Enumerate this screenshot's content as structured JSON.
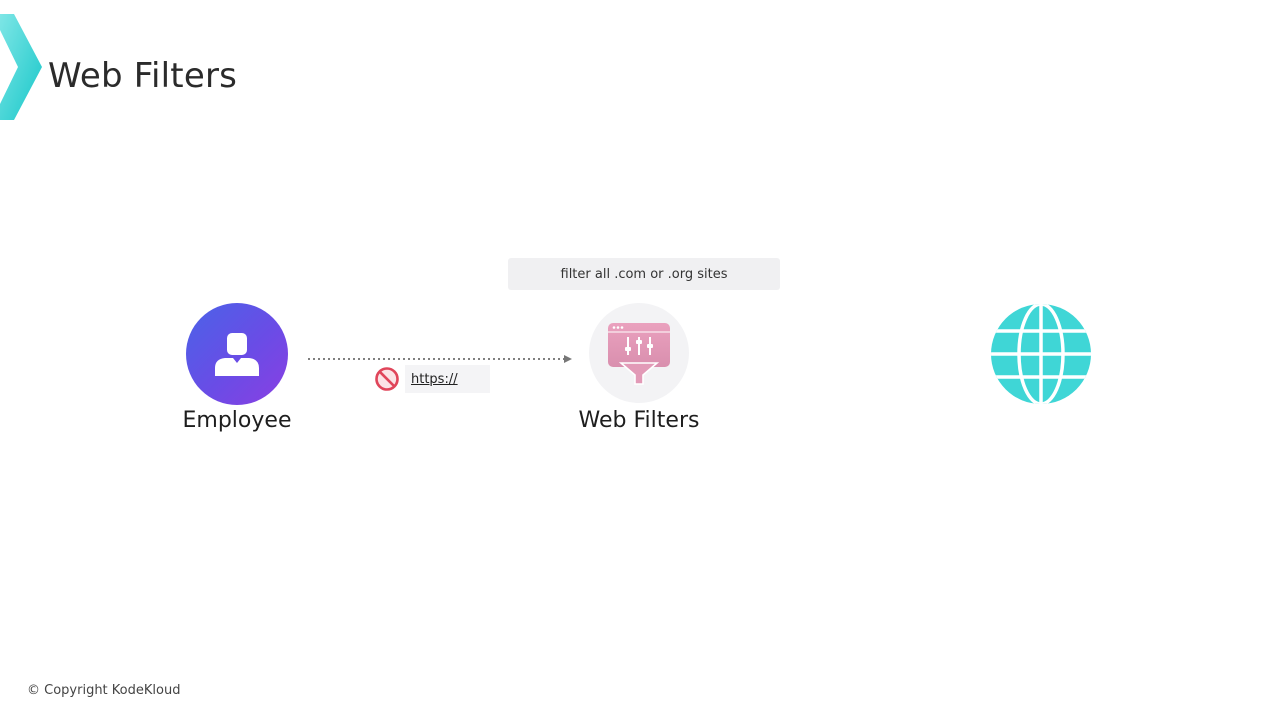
{
  "header": {
    "title": "Web Filters"
  },
  "diagram": {
    "note": "filter all .com or .org sites",
    "nodes": {
      "employee": {
        "label": "Employee",
        "icon": "user-icon",
        "color": "#5b55e6"
      },
      "web_filter": {
        "label": "Web Filters",
        "icon": "web-filter-icon",
        "color": "#e39ab6"
      },
      "internet": {
        "label": "",
        "icon": "globe-icon",
        "color": "#3fd6d6"
      }
    },
    "connector": {
      "from": "employee",
      "to": "web_filter",
      "style": "dotted-arrow",
      "tag": {
        "icon": "blocked-icon",
        "text": "https://"
      }
    }
  },
  "footer": {
    "copyright": "© Copyright KodeKloud"
  },
  "colors": {
    "accent": "#3fd6d6",
    "employee_gradient": [
      "#4a63e8",
      "#8a3fe2"
    ],
    "filter_pink": "#e39ab6",
    "block_red": "#e0455a"
  }
}
